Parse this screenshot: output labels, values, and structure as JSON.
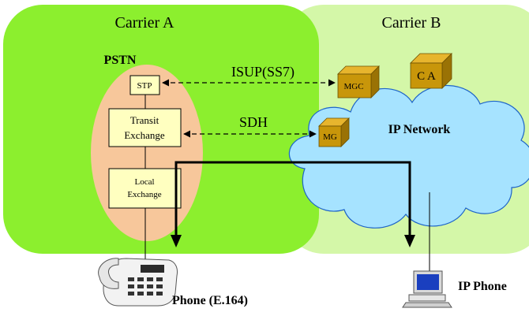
{
  "carrier_a": {
    "label": "Carrier A"
  },
  "carrier_b": {
    "label": "Carrier B"
  },
  "pstn": {
    "label": "PSTN"
  },
  "stp": {
    "label": "STP"
  },
  "transit_exchange": {
    "line1": "Transit",
    "line2": "Exchange"
  },
  "local_exchange": {
    "line1": "Local",
    "line2": "Exchange"
  },
  "isup_link": {
    "label": "ISUP(SS7)"
  },
  "sdh_link": {
    "label": "SDH"
  },
  "mgc": {
    "label": "MGC"
  },
  "ca": {
    "label": "C A"
  },
  "mg": {
    "label": "MG"
  },
  "ip_network": {
    "label": "IP Network"
  },
  "phone": {
    "label": "Phone (E.164)"
  },
  "ip_phone": {
    "label": "IP Phone"
  },
  "colors": {
    "carrier_a_fill": "#8cef2e",
    "carrier_b_fill": "#d4f7a8",
    "pstn_ellipse": "#f7c79b",
    "box_fill": "#ffffc0",
    "cloud_fill": "#a6e3ff",
    "cube_front": "#c8960a",
    "cube_top": "#e7b52d",
    "cube_side": "#9a7205"
  }
}
